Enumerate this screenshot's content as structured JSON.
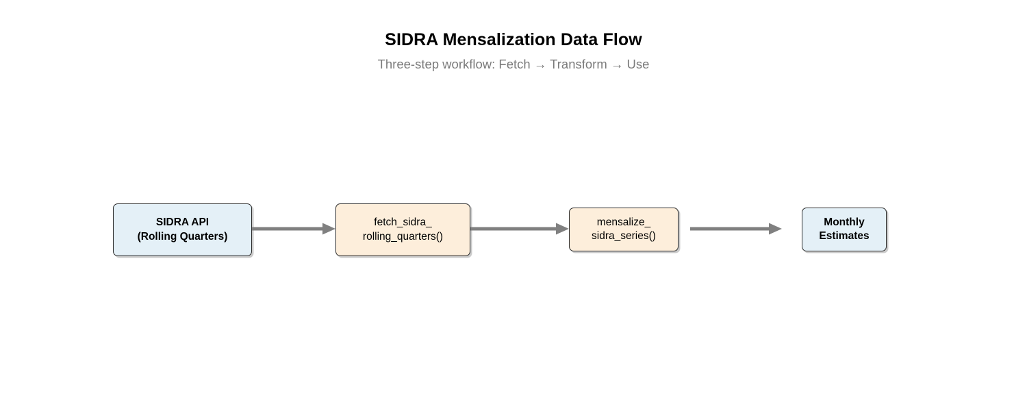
{
  "header": {
    "title": "SIDRA Mensalization Data Flow",
    "subtitle": "Three-step workflow: Fetch → Transform → Use"
  },
  "diagram": {
    "type": "flowchart",
    "orientation": "left-to-right",
    "colors": {
      "data_node_fill": "#e4f0f7",
      "function_node_fill": "#fdeedb",
      "node_border": "#2b2b2b",
      "arrow": "#808080",
      "title_text": "#000000",
      "subtitle_text": "#7b7b7b"
    },
    "nodes": [
      {
        "id": "sidra-api",
        "kind": "data",
        "lines": [
          "SIDRA API",
          "(Rolling Quarters)"
        ],
        "line1": "SIDRA API",
        "line2": "(Rolling Quarters)"
      },
      {
        "id": "fetch-sidra-rolling-quarters",
        "kind": "function",
        "lines": [
          "fetch_sidra_",
          "rolling_quarters()"
        ],
        "line1": "fetch_sidra_",
        "line2": "rolling_quarters()"
      },
      {
        "id": "mensalize-sidra-series",
        "kind": "function",
        "lines": [
          "mensalize_",
          "sidra_series()"
        ],
        "line1": "mensalize_",
        "line2": "sidra_series()"
      },
      {
        "id": "monthly-estimates",
        "kind": "data",
        "lines": [
          "Monthly",
          "Estimates"
        ],
        "line1": "Monthly",
        "line2": "Estimates"
      }
    ],
    "edges": [
      {
        "id": "edge-1",
        "from": "sidra-api",
        "to": "fetch-sidra-rolling-quarters",
        "label": ""
      },
      {
        "id": "edge-2",
        "from": "fetch-sidra-rolling-quarters",
        "to": "mensalize-sidra-series",
        "label": ""
      },
      {
        "id": "edge-3",
        "from": "mensalize-sidra-series",
        "to": "monthly-estimates",
        "label": ""
      }
    ]
  }
}
